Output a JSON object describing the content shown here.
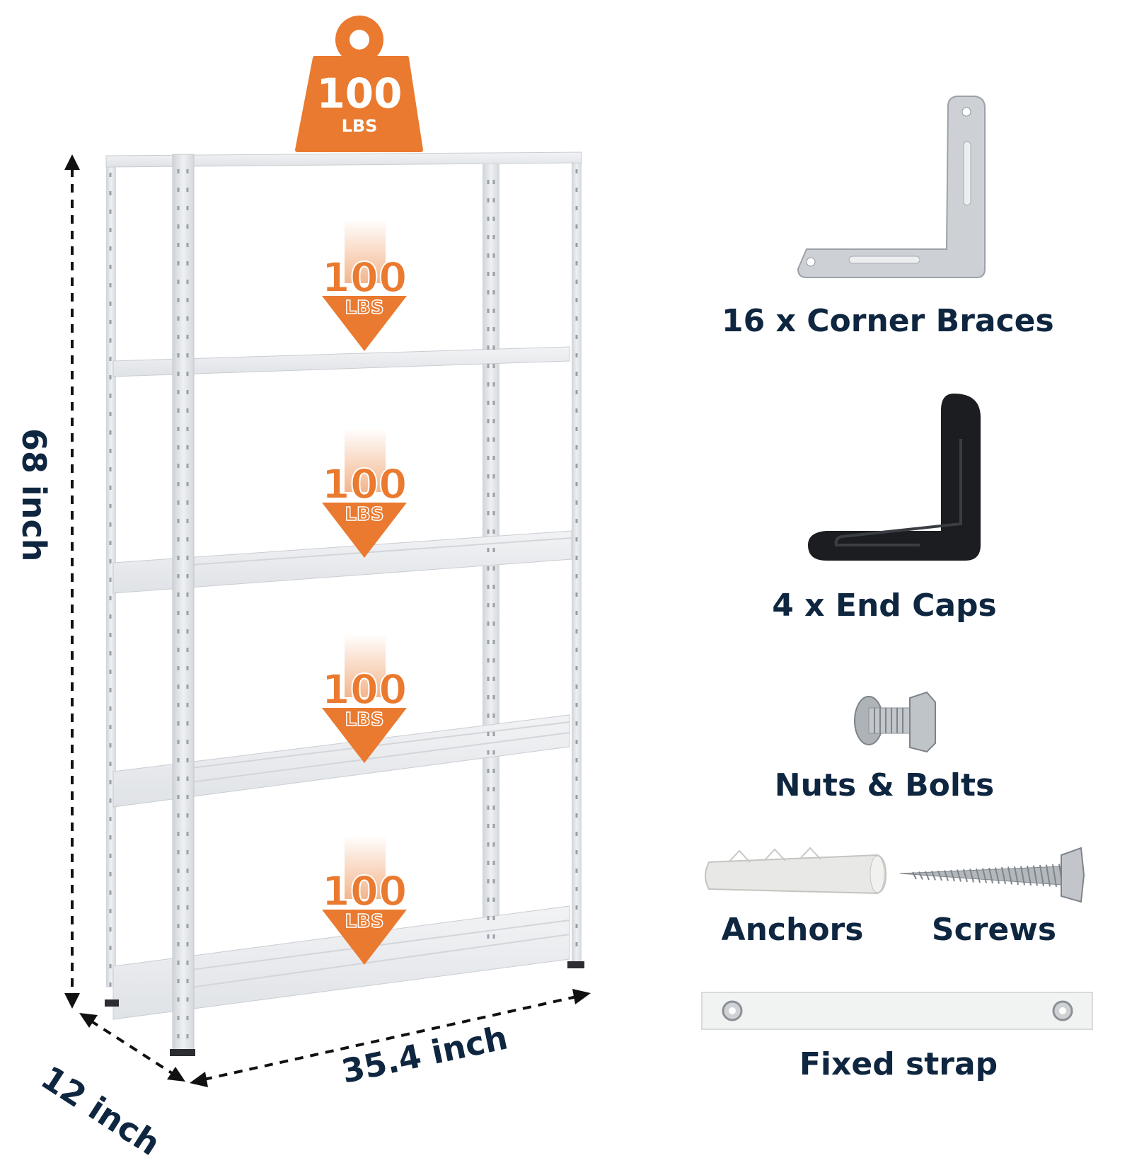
{
  "top_weight": {
    "value": "100",
    "unit": "LBS"
  },
  "shelf_loads": [
    {
      "value": "100",
      "unit": "LBS"
    },
    {
      "value": "100",
      "unit": "LBS"
    },
    {
      "value": "100",
      "unit": "LBS"
    },
    {
      "value": "100",
      "unit": "LBS"
    }
  ],
  "dimensions": {
    "height": "68 inch",
    "depth": "12 inch",
    "width": "35.4 inch"
  },
  "parts": {
    "corner_braces": "16 x Corner Braces",
    "end_caps": "4 x End Caps",
    "nuts_bolts": "Nuts & Bolts",
    "anchors": "Anchors",
    "screws": "Screws",
    "fixed_strap": "Fixed strap"
  },
  "colors": {
    "accent": "#ea7a2f",
    "text": "#0f2640",
    "shelf": "#e4e6e9",
    "frame": "#d6d9dd"
  }
}
